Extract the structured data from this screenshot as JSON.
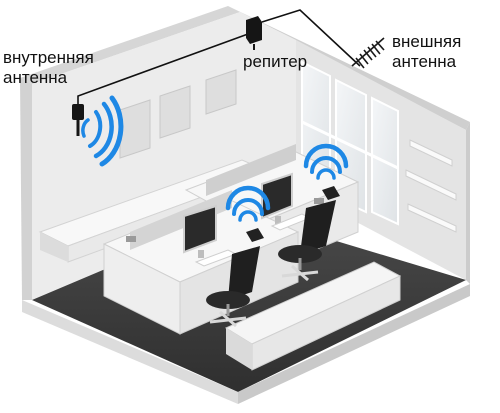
{
  "labels": {
    "internal_antenna": "внутренняя антенна",
    "repeater": "репитер",
    "external_antenna": "внешняя антенна"
  },
  "colors": {
    "signal_waves": "#1e88e5",
    "cable": "#111111",
    "floor": "#3a3a3a",
    "walls": "#e9e9e9",
    "furniture": "#f6f6f6"
  },
  "icons": {
    "internal_antenna": "indoor-antenna-icon",
    "repeater": "repeater-box-icon",
    "external_antenna": "yagi-antenna-icon",
    "signal": "wifi-signal-icon",
    "phone": "phone-icon",
    "chair": "office-chair-icon",
    "monitor": "monitor-icon"
  }
}
